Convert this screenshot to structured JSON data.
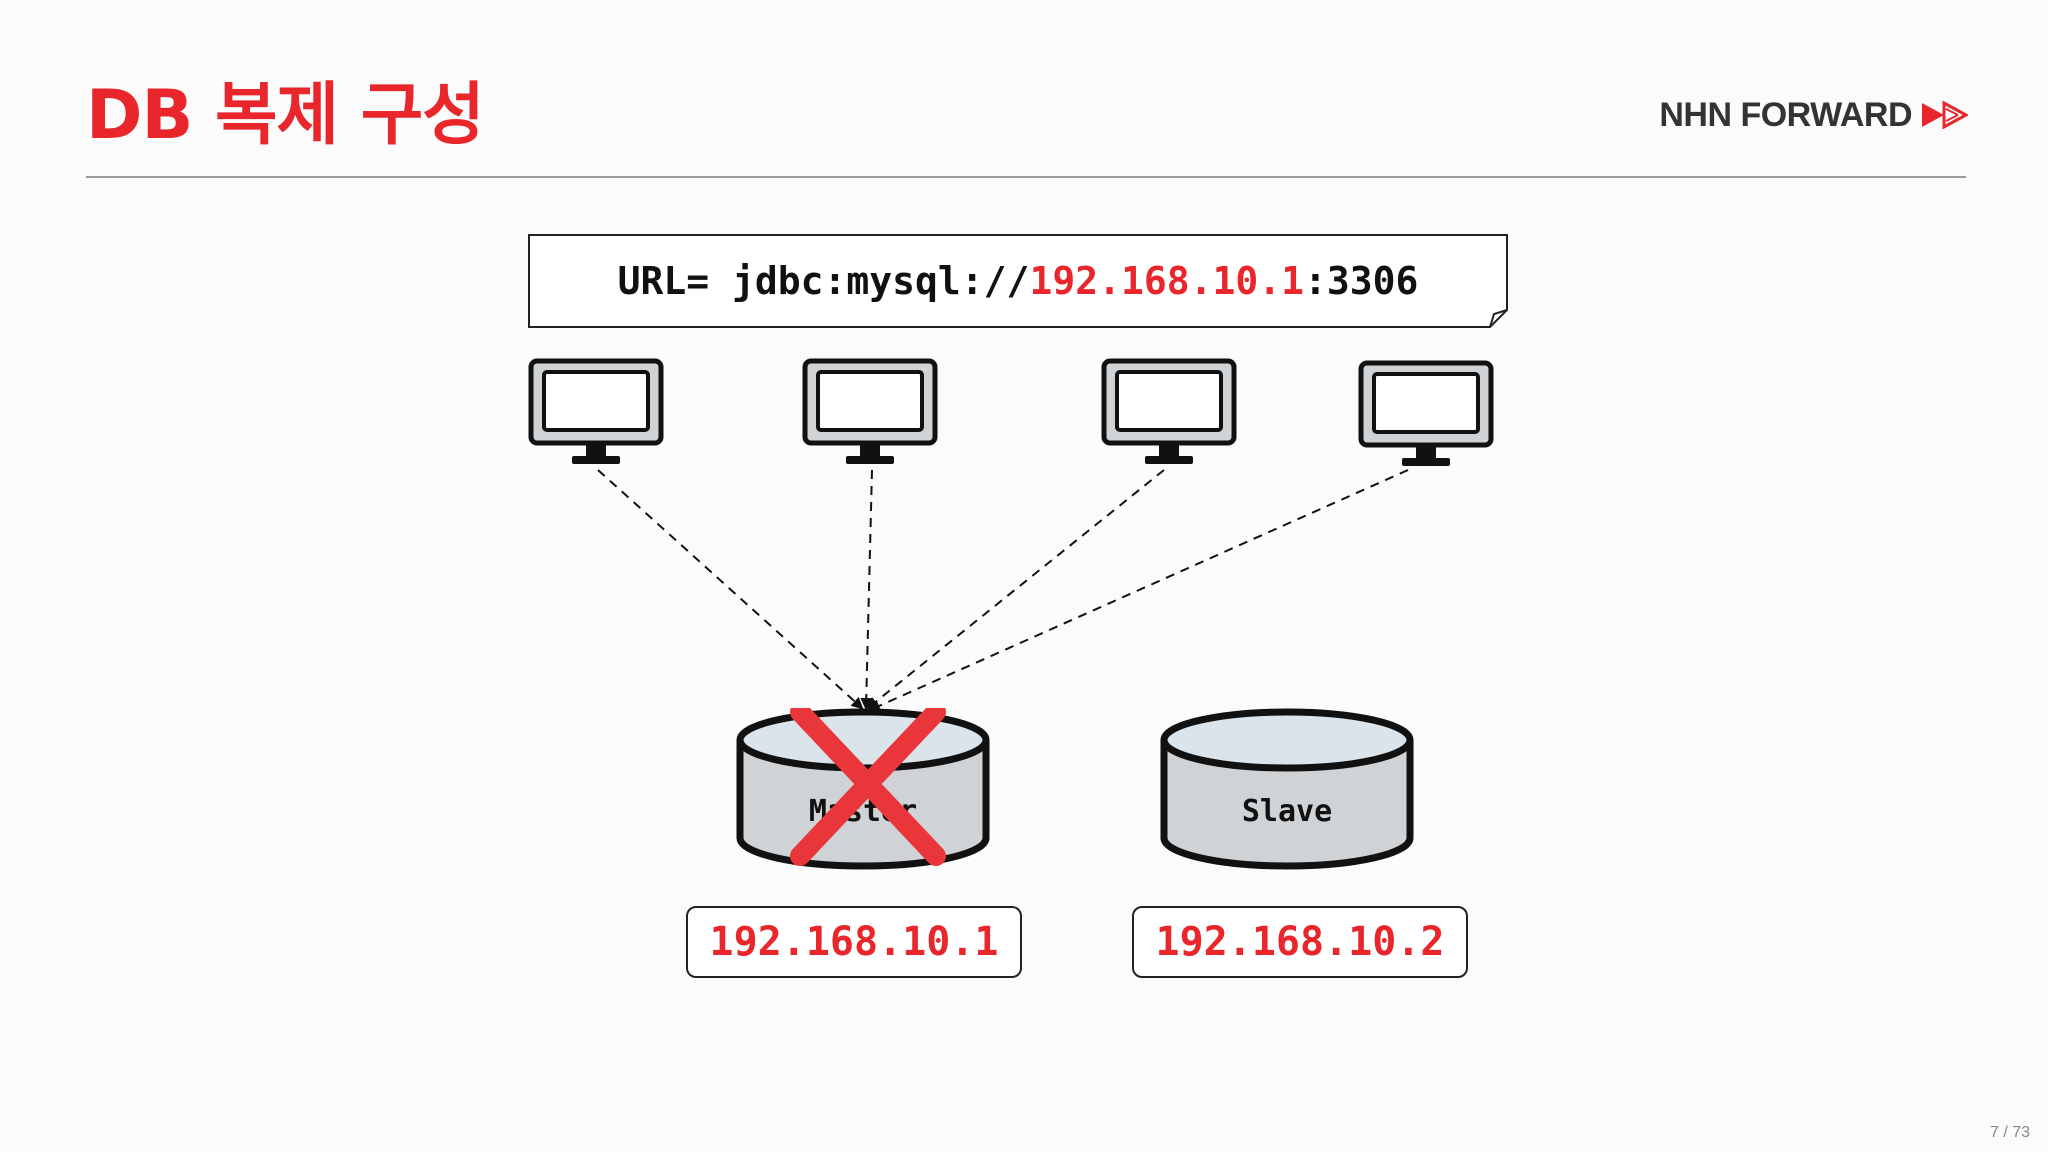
{
  "slide": {
    "title": "DB 복제 구성",
    "brand": "NHN FORWARD",
    "page_number": "7 / 73"
  },
  "url_note": {
    "prefix": "URL= jdbc:mysql://",
    "host": "192.168.10.1",
    "suffix": ":3306"
  },
  "clients": [
    {
      "icon": "monitor-icon"
    },
    {
      "icon": "monitor-icon"
    },
    {
      "icon": "monitor-icon"
    },
    {
      "icon": "monitor-icon"
    }
  ],
  "databases": {
    "master": {
      "label": "Master",
      "ip": "192.168.10.1",
      "status": "failed"
    },
    "slave": {
      "label": "Slave",
      "ip": "192.168.10.2"
    }
  },
  "colors": {
    "accent": "#e8262b",
    "cylinder_fill": "#d0d3d6",
    "cylinder_top": "#dbe4ea"
  }
}
